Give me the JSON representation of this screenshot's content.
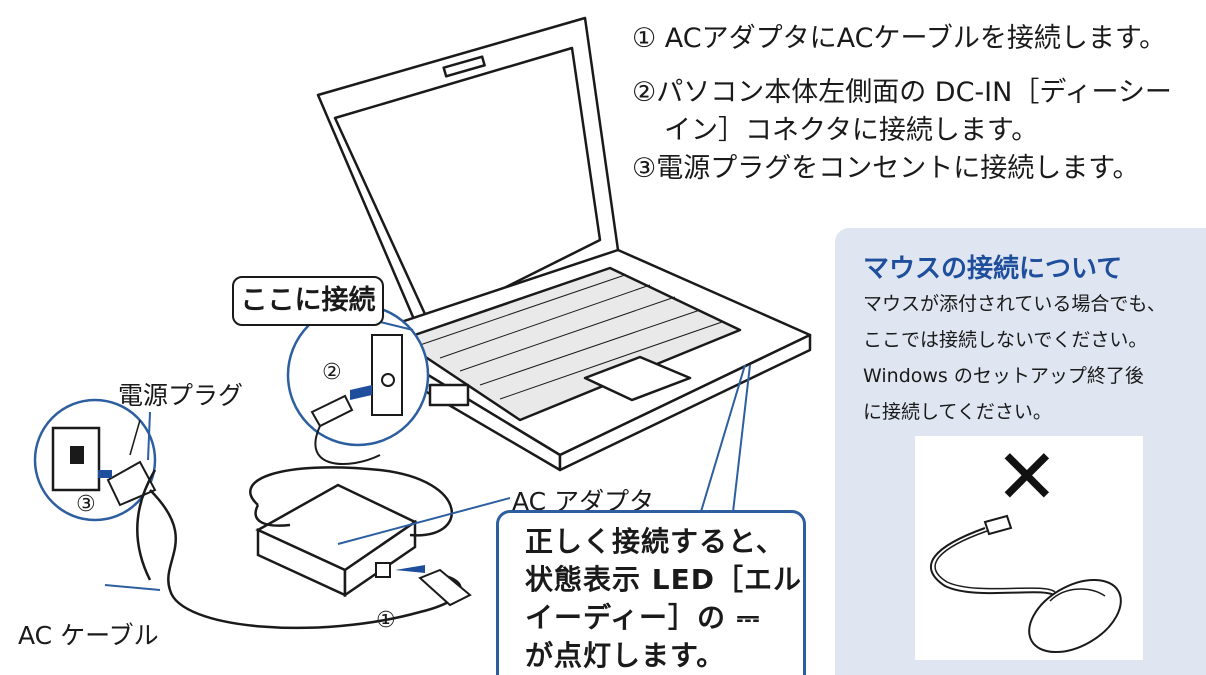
{
  "steps": [
    "① ACアダプタにACケーブルを接続します。",
    "②パソコン本体左側面の DC-IN［ディーシー",
    "イン］コネクタに接続します。",
    "③電源プラグをコンセントに接続します。"
  ],
  "labels": {
    "here": "ここに接続",
    "power_plug": "電源プラグ",
    "ac_adapter": "AC アダプタ",
    "ac_cable": "AC ケーブル",
    "num1": "①",
    "num2": "②",
    "num3": "③"
  },
  "led_note": {
    "line1": "正しく接続すると、",
    "line2": "状態表示 LED［エル",
    "line3": "イーディー］の ⎓",
    "line4": "が点灯します。"
  },
  "sidebar": {
    "title": "マウスの接続について",
    "lines": [
      "マウスが添付されている場合でも、",
      "ここでは接続しないでください。",
      "Windows のセットアップ終了後",
      "に接続してください。"
    ],
    "mark": "✕"
  },
  "colors": {
    "accent_blue": "#1e4e9c",
    "callout_border": "#2d5fa0",
    "sidebar_bg": "#dfe6f1"
  }
}
